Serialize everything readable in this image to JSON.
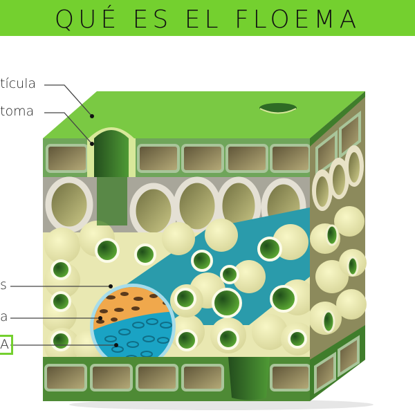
{
  "header": {
    "title": "QUÉ ES EL FLOEMA"
  },
  "labels": [
    {
      "id": "cuticula",
      "text": "tícula"
    },
    {
      "id": "estoma",
      "text": "toma"
    },
    {
      "id": "label-s",
      "text": "s"
    },
    {
      "id": "label-a",
      "text": "a"
    },
    {
      "id": "label-floema",
      "text": "A"
    }
  ],
  "colors": {
    "banner": "#74d02f",
    "leaf_top": "#7ac943",
    "leaf_dark": "#3f7d2b",
    "epidermis_cell": "#8a7d52",
    "cell_wall": "#a9c59a",
    "palisade_tube": "#ddd8c8",
    "spongy_cell": "#f0efb0",
    "chloroplast_hole": "#2e6b25",
    "air_space": "#2a9bab",
    "vascular_outer": "#a6dcea",
    "phloem": "#f0a84c",
    "xylem": "#1aa3c4",
    "highlight_box": "#74d02f"
  }
}
